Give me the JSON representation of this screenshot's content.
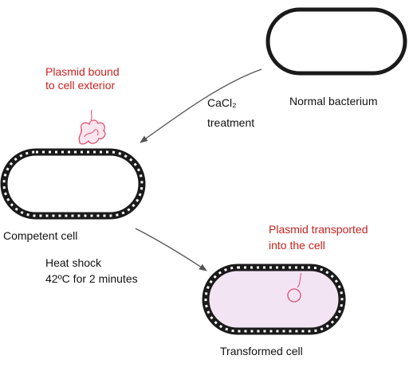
{
  "labels": {
    "plasmid_bound_line1": "Plasmid bound",
    "plasmid_bound_line2": "to cell exterior",
    "normal_bacterium": "Normal bacterium",
    "cacl2_formula": "CaCl₂",
    "cacl2_treatment": "treatment",
    "competent_cell": "Competent cell",
    "heat_shock_line1": "Heat shock",
    "heat_shock_line2": "42ºC for 2 minutes",
    "plasmid_transported_line1": "Plasmid transported",
    "plasmid_transported_line2": "into the cell",
    "transformed_cell": "Transformed cell"
  },
  "colors": {
    "annotation_text": "#c8231f",
    "body_text": "#111111",
    "membrane": "#1a1a1a",
    "membrane_dash": "#ffffff",
    "arrow": "#555555",
    "plasmid": "#d94f6e",
    "transformed_fill": "#f3e4f3"
  }
}
